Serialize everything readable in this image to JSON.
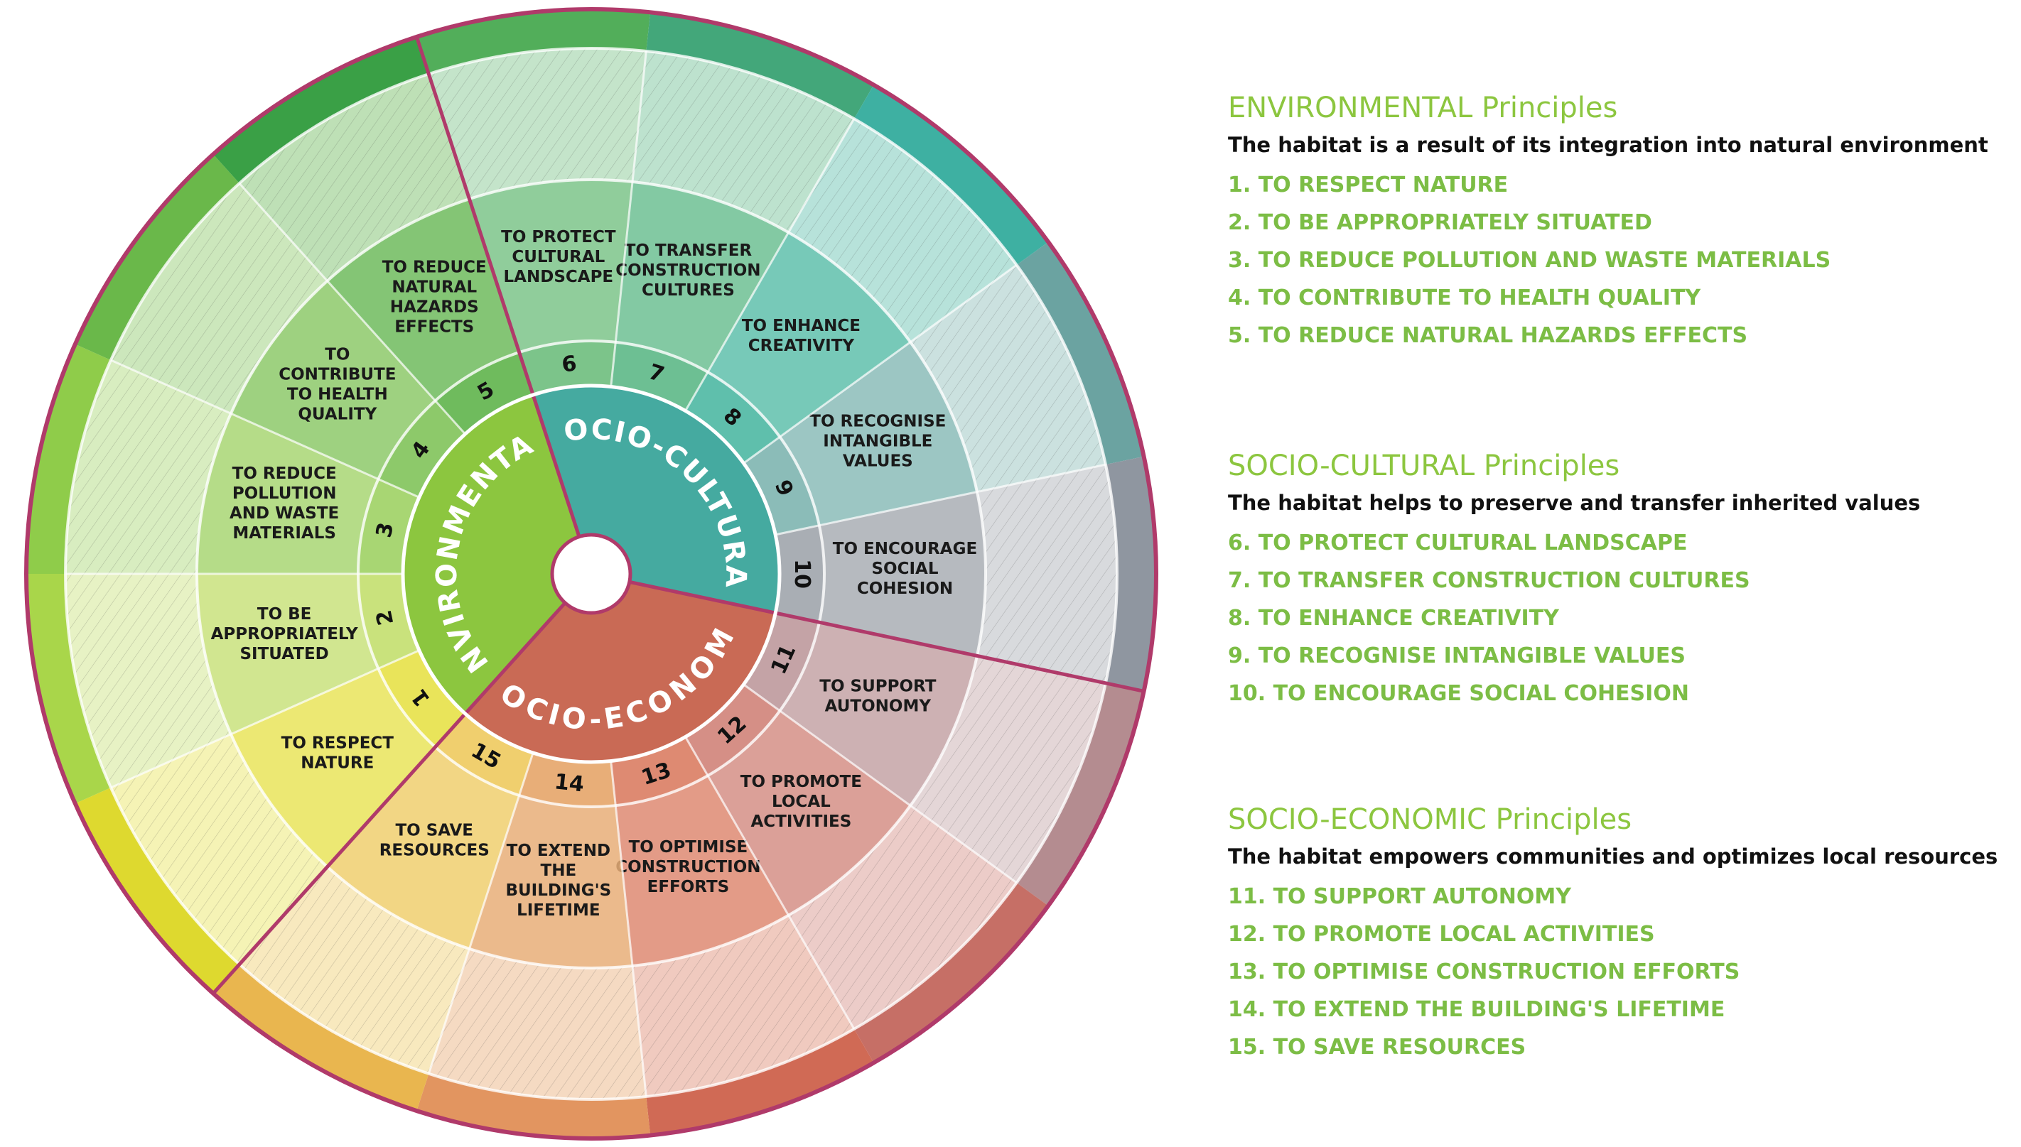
{
  "wheel": {
    "sectors": [
      {
        "id": "environmental",
        "label": "ENVIRONMENTAL",
        "color": "#8cc63f"
      },
      {
        "id": "socio-cultural",
        "label": "SOCIO-CULTURAL",
        "color": "#45aaa0"
      },
      {
        "id": "socio-economic",
        "label": "SOCIO-ECONOMIC",
        "color": "#c96a55"
      }
    ],
    "principles": [
      {
        "n": "1",
        "label": "TO RESPECT NATURE",
        "sector": "environmental",
        "color": "#e9e45a",
        "outer": "#ded92f"
      },
      {
        "n": "2",
        "label": "TO BE APPROPRIATELY SITUATED",
        "sector": "environmental",
        "color": "#c9e27c",
        "outer": "#a9d64a"
      },
      {
        "n": "3",
        "label": "TO REDUCE POLLUTION AND WASTE MATERIALS",
        "sector": "environmental",
        "color": "#a8d673",
        "outer": "#8fcc4a"
      },
      {
        "n": "4",
        "label": "TO CONTRIBUTE TO HEALTH QUALITY",
        "sector": "environmental",
        "color": "#8dc96a",
        "outer": "#6ab84a"
      },
      {
        "n": "5",
        "label": "TO REDUCE NATURAL HAZARDS EFFECTS",
        "sector": "environmental",
        "color": "#6fbb5d",
        "outer": "#3aa046"
      },
      {
        "n": "6",
        "label": "TO PROTECT CULTURAL LANDSCAPE",
        "sector": "socio-cultural",
        "color": "#7cc48a",
        "outer": "#52ae5a"
      },
      {
        "n": "7",
        "label": "TO TRANSFER CONSTRUCTION CULTURES",
        "sector": "socio-cultural",
        "color": "#6dbf93",
        "outer": "#43a77a"
      },
      {
        "n": "8",
        "label": "TO ENHANCE CREATIVITY",
        "sector": "socio-cultural",
        "color": "#5fbfac",
        "outer": "#3eb0a2"
      },
      {
        "n": "9",
        "label": "TO RECOGNISE INTANGIBLE VALUES",
        "sector": "socio-cultural",
        "color": "#8bbcb8",
        "outer": "#6ba3a1"
      },
      {
        "n": "10",
        "label": "TO ENCOURAGE SOCIAL COHESION",
        "sector": "socio-cultural",
        "color": "#a9aeb4",
        "outer": "#8f96a0"
      },
      {
        "n": "11",
        "label": "TO SUPPORT AUTONOMY",
        "sector": "socio-economic",
        "color": "#c4a3a6",
        "outer": "#b48c90"
      },
      {
        "n": "12",
        "label": "TO PROMOTE LOCAL ACTIVITIES",
        "sector": "socio-economic",
        "color": "#d58f86",
        "outer": "#c66f66"
      },
      {
        "n": "13",
        "label": "TO OPTIMISE CONSTRUCTION EFFORTS",
        "sector": "socio-economic",
        "color": "#de8a72",
        "outer": "#d06a55"
      },
      {
        "n": "14",
        "label": "TO EXTEND THE BUILDING'S LIFETIME",
        "sector": "socio-economic",
        "color": "#e8ae78",
        "outer": "#e29560"
      },
      {
        "n": "15",
        "label": "TO SAVE RESOURCES",
        "sector": "socio-economic",
        "color": "#f0cf6e",
        "outer": "#e9b64f"
      }
    ],
    "border_color": "#b03a6a"
  },
  "legend": {
    "sections": [
      {
        "category": "ENVIRONMENTAL",
        "suffix": " Principles",
        "subtitle": "The habitat is a result of its integration into natural environment",
        "items": [
          "1. TO RESPECT NATURE",
          "2. TO BE APPROPRIATELY SITUATED",
          "3. TO REDUCE POLLUTION AND WASTE MATERIALS",
          "4. TO CONTRIBUTE TO HEALTH QUALITY",
          "5. TO REDUCE NATURAL HAZARDS EFFECTS"
        ]
      },
      {
        "category": "SOCIO-CULTURAL",
        "suffix": " Principles",
        "subtitle": "The habitat helps to preserve and transfer inherited values",
        "items": [
          "6. TO PROTECT CULTURAL LANDSCAPE",
          "7. TO TRANSFER CONSTRUCTION CULTURES",
          "8. TO ENHANCE CREATIVITY",
          "9. TO RECOGNISE INTANGIBLE VALUES",
          "10. TO ENCOURAGE  SOCIAL COHESION"
        ]
      },
      {
        "category": "SOCIO-ECONOMIC",
        "suffix": " Principles",
        "subtitle": "The habitat empowers communities and optimizes local resources",
        "items": [
          "11. TO SUPPORT AUTONOMY",
          "12. TO PROMOTE LOCAL ACTIVITIES",
          "13. TO OPTIMISE CONSTRUCTION EFFORTS",
          "14. TO EXTEND THE BUILDING'S LIFETIME",
          "15. TO SAVE RESOURCES"
        ]
      }
    ],
    "title_color": "#8cc63f",
    "item_color": "#7cbd45"
  }
}
